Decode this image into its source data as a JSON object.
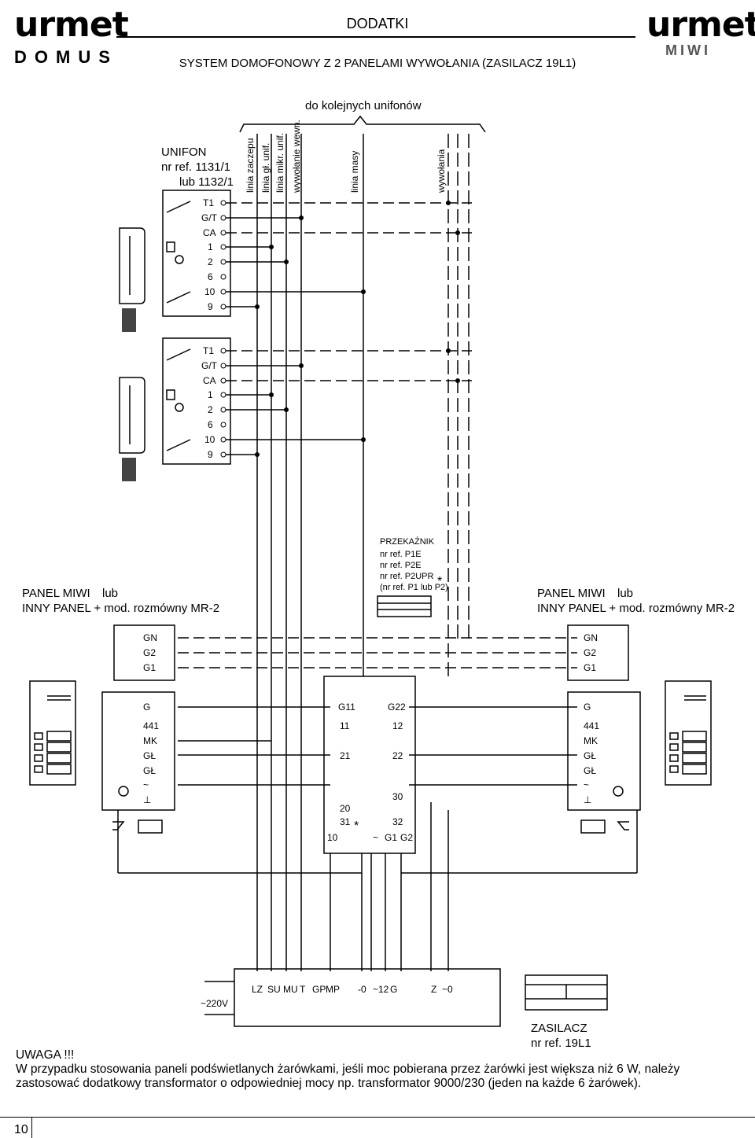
{
  "header": {
    "logo_left_main": "urmet",
    "logo_left_sub": "DOMUS",
    "logo_right_main": "urmet",
    "logo_right_sub": "MIWI",
    "section": "DODATKI",
    "title": "SYSTEM DOMOFONOWY Z 2 PANELAMI WYWOŁANIA (ZASILACZ 19L1)"
  },
  "diagram": {
    "top_label": "do kolejnych unifonów",
    "line_labels": [
      "linia zaczepu",
      "linia gł. unif.",
      "linia mikr. unif.",
      "wywołanie wewn.",
      "linia masy",
      "wywołania"
    ],
    "unifon": {
      "title": "UNIFON",
      "ref1": "nr ref. 1131/1",
      "ref2": "lub 1132/1",
      "terminals": [
        "T1",
        "G/T",
        "CA",
        "1",
        "2",
        "6",
        "10",
        "9"
      ]
    },
    "relay": {
      "title": "PRZEKAŹNIK",
      "refs": [
        "nr ref. P1E",
        "nr ref. P2E",
        "nr ref. P2UPR",
        "(nr ref. P1 lub P2)"
      ],
      "star": "*"
    },
    "panel_left": {
      "title1": "PANEL MIWI",
      "lub": "lub",
      "title2": "INNY PANEL + mod. rozmówny MR-2",
      "terms_top": [
        "GN",
        "G2",
        "G1"
      ],
      "terms_bottom": [
        "G",
        "441",
        "MK",
        "GŁ",
        "GŁ",
        "~",
        "⊥"
      ]
    },
    "panel_right": {
      "title1": "PANEL MIWI",
      "lub": "lub",
      "title2": "INNY PANEL + mod. rozmówny MR-2",
      "terms_top": [
        "GN",
        "G2",
        "G1"
      ],
      "terms_bottom": [
        "G",
        "441",
        "MK",
        "GŁ",
        "GŁ",
        "~",
        "⊥"
      ]
    },
    "switcher": {
      "left": [
        "G11",
        "11",
        "21",
        "20",
        "31",
        "10"
      ],
      "right": [
        "G22",
        "12",
        "22",
        "30",
        "32"
      ],
      "bottom": [
        "~",
        "G1",
        "G2"
      ],
      "star": "*"
    },
    "psu": {
      "terminals": [
        "LZ",
        "SU",
        "MU",
        "T",
        "GP",
        "MP",
        "-0",
        "~12",
        "G",
        "Z",
        "~0"
      ],
      "mains": "~220V",
      "title": "ZASILACZ",
      "ref": "nr ref. 19L1"
    }
  },
  "note": {
    "heading": "UWAGA !!!",
    "text": "W przypadku stosowania paneli podświetlanych żarówkami, jeśli moc pobierana przez żarówki jest większa niż 6 W, należy zastosować dodatkowy transformator o odpowiedniej mocy np. transformator 9000/230 (jeden na każde 6 żarówek)."
  },
  "page_number": "10"
}
